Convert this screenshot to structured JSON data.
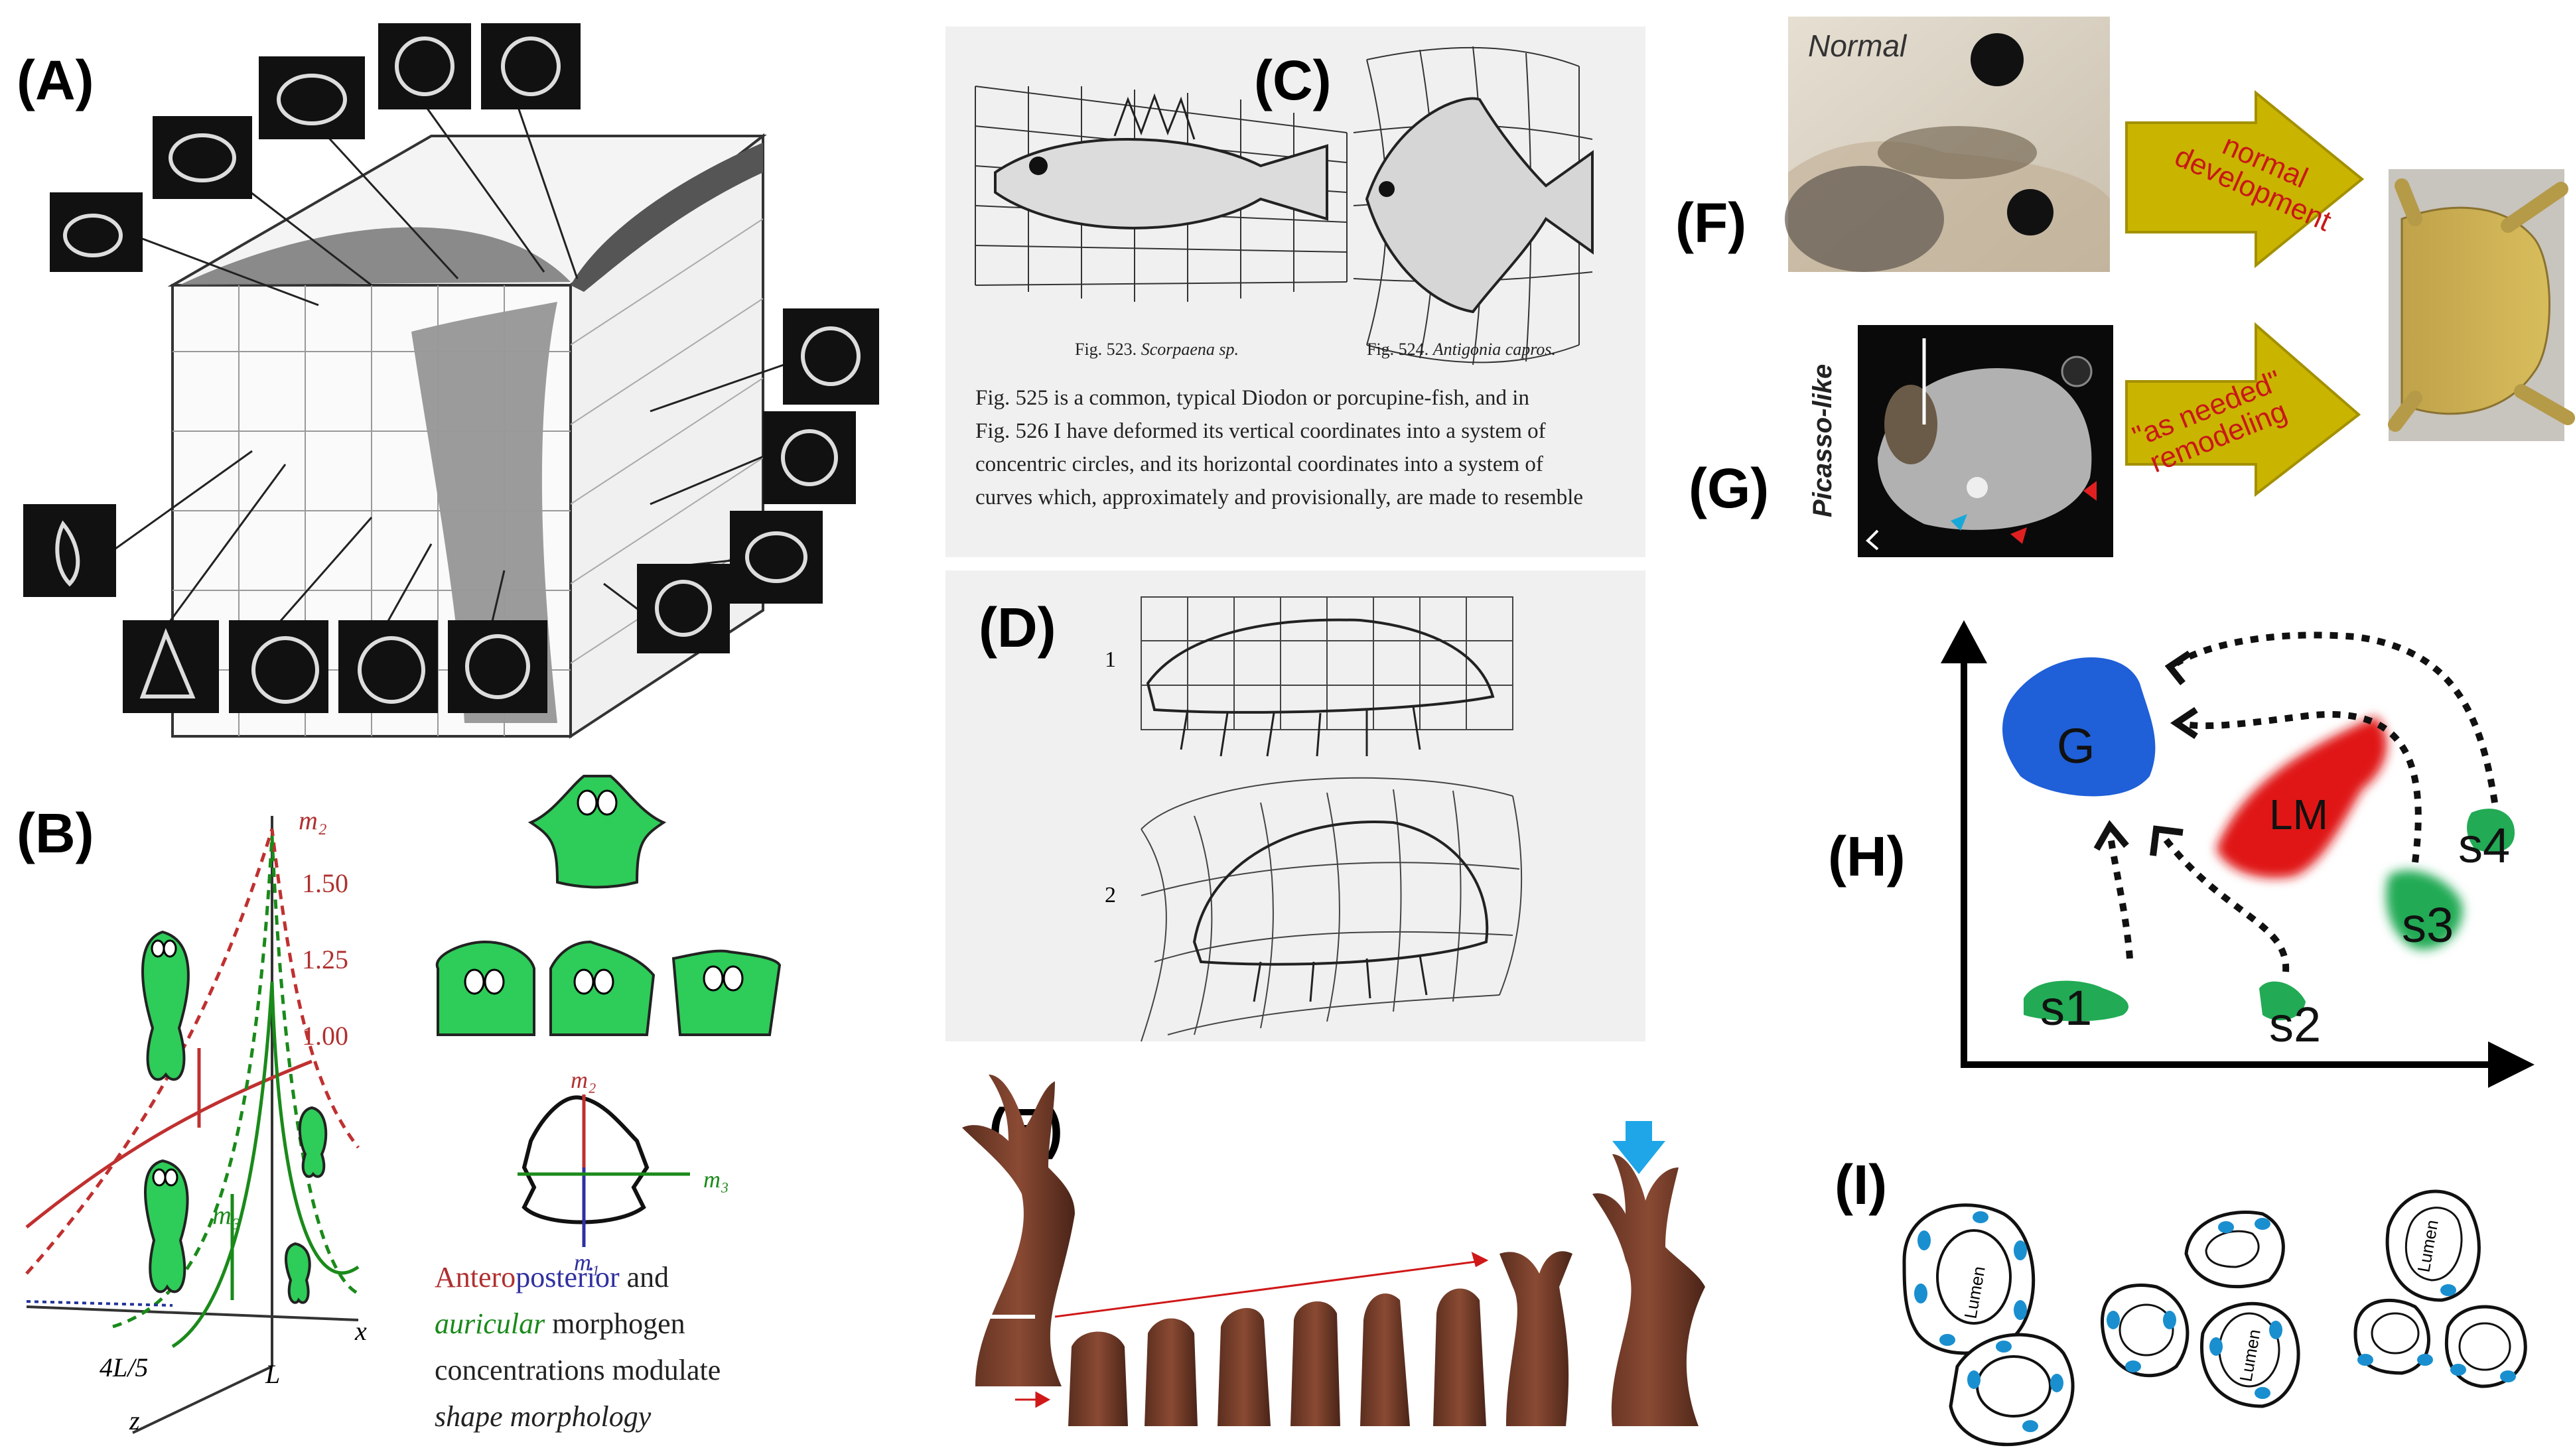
{
  "panels": {
    "A": {
      "label": "(A)"
    },
    "B": {
      "label": "(B)",
      "axis_m2": "m₂",
      "axis_m3": "m₃",
      "axis_m1": "m₁",
      "ticks": [
        "1.50",
        "1.25",
        "1.00"
      ],
      "x_label": "x",
      "z_label": "z",
      "tick_4L5": "4L/5",
      "tick_L": "L",
      "caption_line1_red": "Antero",
      "caption_line1_blue": "posterior",
      "caption_line1_rest": " and",
      "caption_line2_green": "auricular",
      "caption_line2_rest": " morphogen",
      "caption_line3": "concentrations modulate",
      "caption_line4": "shape morphology"
    },
    "C": {
      "label": "(C)",
      "fig523": "Fig. 523.",
      "fig523_species": "Scorpaena sp.",
      "fig524": "Fig. 524.",
      "fig524_species": "Antigonia capros.",
      "text_lines": [
        "Fig. 525 is a common, typical Diodon or porcupine-fish, and in",
        "Fig. 526 I have deformed its vertical coordinates into a system of",
        "concentric circles, and its horizontal coordinates into a system of",
        "curves which, approximately and provisionally, are made to resemble"
      ]
    },
    "D": {
      "label": "(D)",
      "num1": "1",
      "num2": "2"
    },
    "E": {
      "label": "(E)"
    },
    "F": {
      "label": "(F)",
      "photo_label": "Normal",
      "arrow_text_1": "normal",
      "arrow_text_2": "development"
    },
    "G": {
      "label": "(G)",
      "photo_label": "Picasso-like",
      "arrow_text_1": "\"as needed\"",
      "arrow_text_2": "remodeling"
    },
    "H": {
      "label": "(H)",
      "blobs": [
        "G",
        "LM",
        "s1",
        "s2",
        "s3",
        "s4"
      ]
    },
    "I": {
      "label": "(I)",
      "cell_text": "Lumen"
    }
  }
}
